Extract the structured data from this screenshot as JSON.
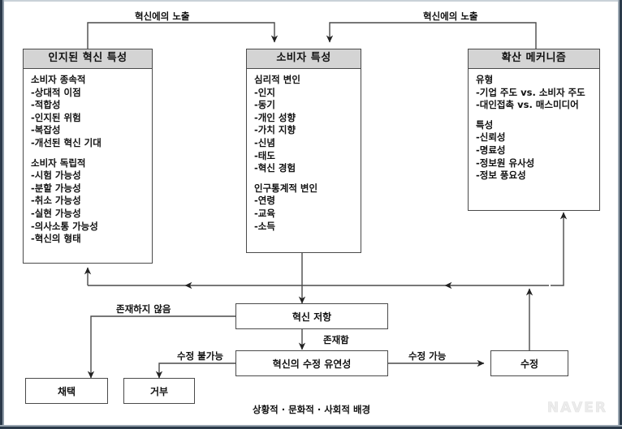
{
  "diagram": {
    "title_boxes": [
      {
        "id": "perceived-innovation",
        "header": "인지된 혁신 특성",
        "groups": [
          {
            "heading": "소비자 종속적",
            "items": [
              "-상대적 이점",
              "-적합성",
              "-인지된 위험",
              "-복잡성",
              "-개선된 혁신 기대"
            ]
          },
          {
            "heading": "소비자 독립적",
            "items": [
              "-시험 가능성",
              "-분할 가능성",
              "-취소 가능성",
              "-실현 가능성",
              "-의사소통 가능성",
              "-혁신의 형태"
            ]
          }
        ]
      },
      {
        "id": "consumer-characteristics",
        "header": "소비자 특성",
        "groups": [
          {
            "heading": "심리적 변인",
            "items": [
              "-인지",
              "-동기",
              "-개인 성향",
              "-가치 지향",
              "-신념",
              "-태도",
              "-혁신 경험"
            ]
          },
          {
            "heading": "인구통계적 변인",
            "items": [
              "-연령",
              "-교육",
              "-소득"
            ]
          }
        ]
      },
      {
        "id": "diffusion-mechanism",
        "header": "확산 메커니즘",
        "groups": [
          {
            "heading": "유형",
            "items": [
              "-기업 주도 vs. 소비자 주도",
              "-대인접촉 vs. 매스미디어"
            ]
          },
          {
            "heading": "특성",
            "items": [
              "-신뢰성",
              "-명료성",
              "-정보원 유사성",
              "-정보 풍요성"
            ]
          }
        ]
      }
    ],
    "process_nodes": [
      {
        "id": "innovation-resistance",
        "label": "혁신 저항"
      },
      {
        "id": "modification-flexibility",
        "label": "혁신의 수정 유연성"
      },
      {
        "id": "modification",
        "label": "수정"
      },
      {
        "id": "adoption",
        "label": "채택"
      },
      {
        "id": "rejection",
        "label": "거부"
      }
    ],
    "edge_labels": [
      {
        "id": "exposure-left",
        "text": "혁신에의 노출"
      },
      {
        "id": "exposure-right",
        "text": "혁신에의 노출"
      },
      {
        "id": "not-exist",
        "text": "존재하지 않음"
      },
      {
        "id": "exist",
        "text": "존재함"
      },
      {
        "id": "cannot-modify",
        "text": "수정 불가능"
      },
      {
        "id": "can-modify",
        "text": "수정 가능"
      }
    ],
    "footnote": "상황적 · 문화적 · 사회적 배경",
    "watermark": "NAVER",
    "colors": {
      "header_fill": "#d4d4d4",
      "stroke": "#4a4a4a",
      "arrow": "#333333",
      "text": "#111111",
      "page_edge": "#2b3a4a"
    }
  }
}
